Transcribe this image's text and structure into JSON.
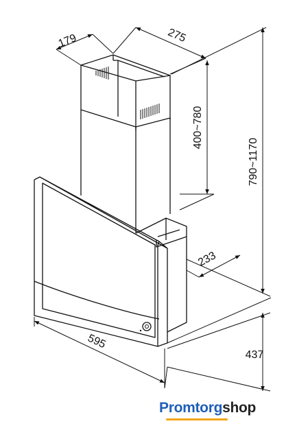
{
  "dimensions": {
    "chimney_depth": "179",
    "chimney_width": "275",
    "chimney_height_range": "400~780",
    "total_height_range": "790~1170",
    "body_depth": "233",
    "hood_width": "595",
    "hood_height": "437"
  },
  "logo": {
    "part1": "Promtorg",
    "part2": "shop",
    "primary_color": "#1f5fb8",
    "accent_color": "#f2a516"
  }
}
